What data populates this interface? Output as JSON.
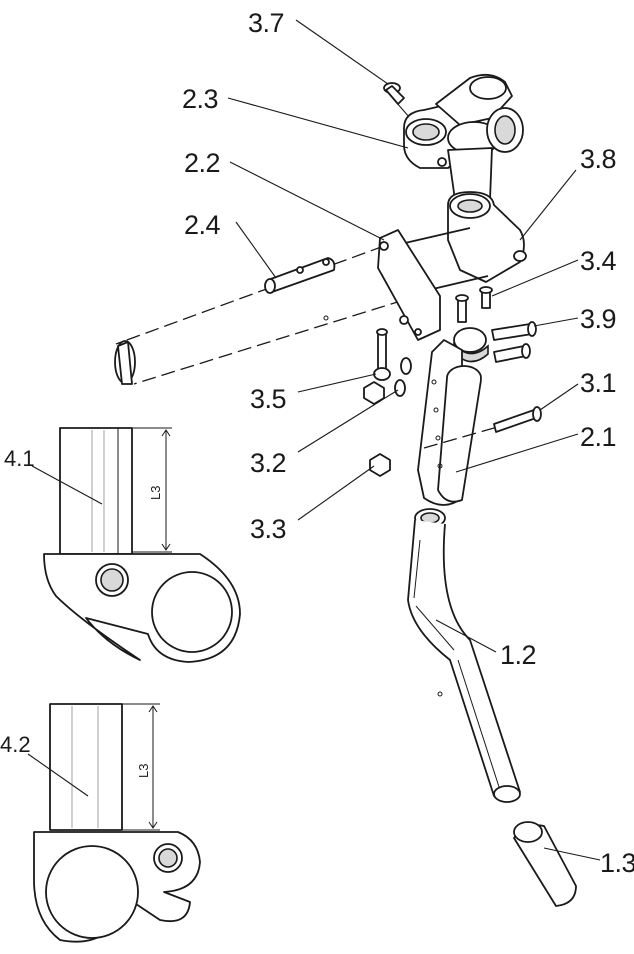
{
  "callouts": {
    "c37": "3.7",
    "c23": "2.3",
    "c22": "2.2",
    "c24": "2.4",
    "c38": "3.8",
    "c34": "3.4",
    "c39": "3.9",
    "c35": "3.5",
    "c31": "3.1",
    "c32": "3.2",
    "c21": "2.1",
    "c33": "3.3",
    "c41": "4.1",
    "c12": "1.2",
    "c42": "4.2",
    "c13": "1.3"
  },
  "dimensions": {
    "d41": "L3",
    "d42": "L3"
  }
}
